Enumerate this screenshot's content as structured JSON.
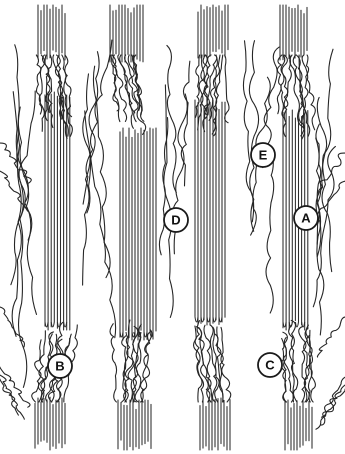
{
  "diagram": {
    "labels": {
      "a": "A",
      "b": "B",
      "c": "C",
      "d": "D",
      "e": "E"
    },
    "colors": {
      "line": "#2b2b2b",
      "background": "#ffffff"
    }
  }
}
